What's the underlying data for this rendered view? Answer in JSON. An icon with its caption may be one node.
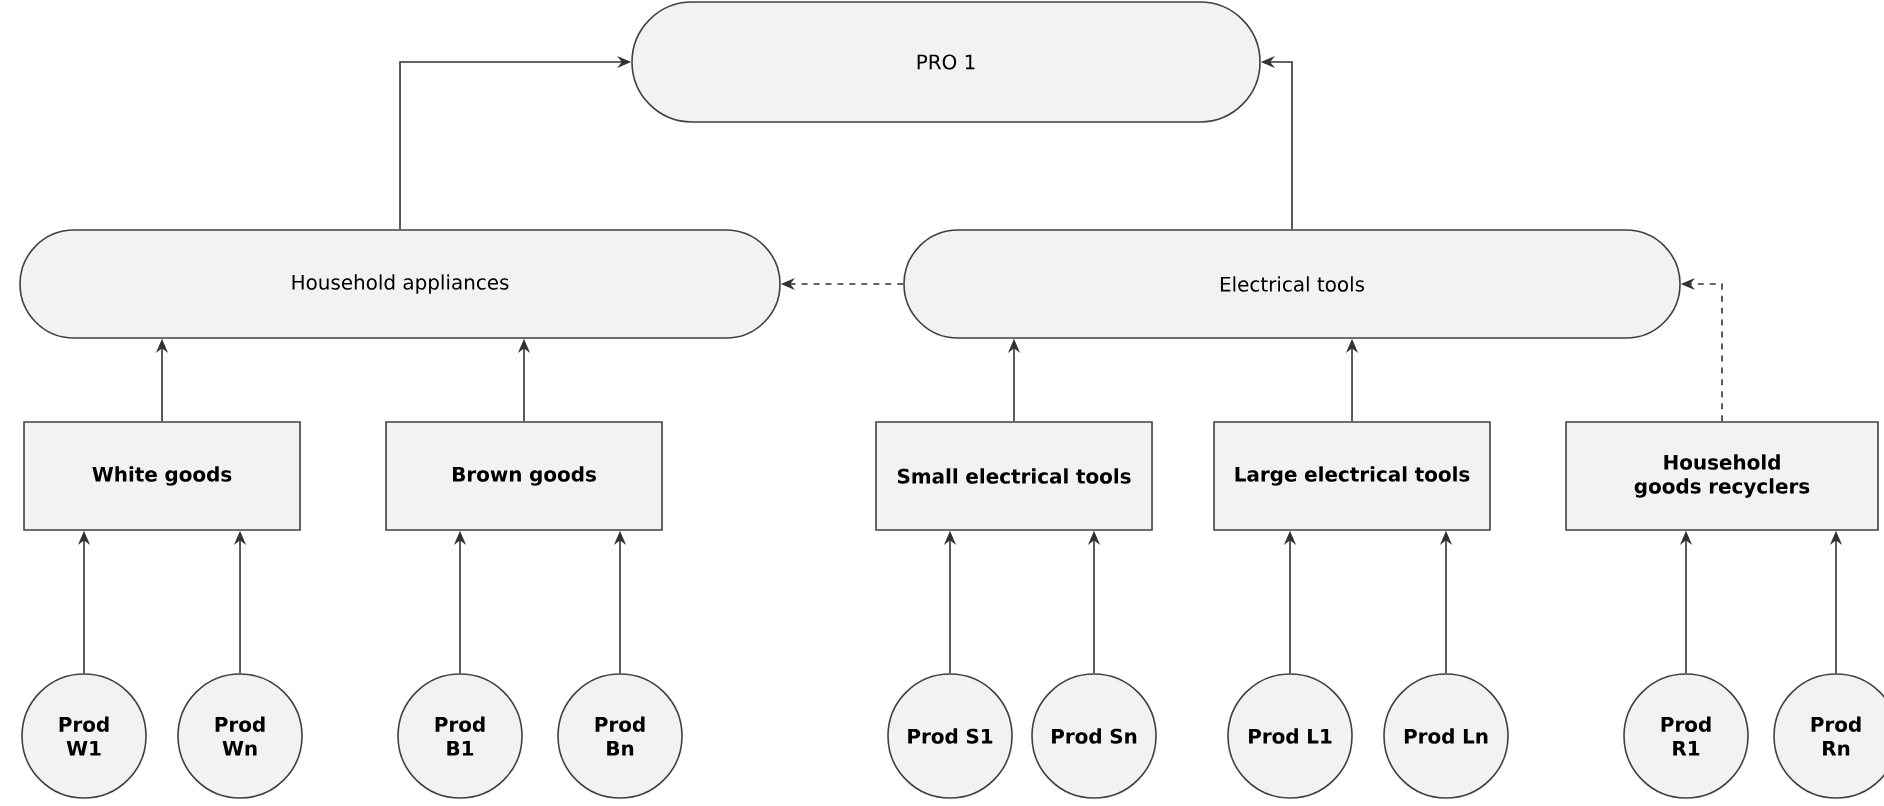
{
  "diagram": {
    "nodes": [
      {
        "text": [
          "PRO 1"
        ]
      },
      {
        "text": [
          "Household appliances"
        ]
      },
      {
        "text": [
          "Electrical tools"
        ]
      },
      {
        "text": [
          "White goods"
        ]
      },
      {
        "text": [
          "Brown goods"
        ]
      },
      {
        "text": [
          "Small electrical tools"
        ]
      },
      {
        "text": [
          "Large electrical tools"
        ]
      },
      {
        "text": [
          "Household goods recyclers"
        ]
      },
      {
        "text": [
          "Prod W1"
        ]
      },
      {
        "text": [
          "Prod Wn"
        ]
      },
      {
        "text": [
          "Prod B1"
        ]
      },
      {
        "text": [
          "Prod Bn"
        ]
      },
      {
        "text": [
          "Prod S1"
        ]
      },
      {
        "text": [
          "Prod Sn"
        ]
      },
      {
        "text": [
          "Prod L1"
        ]
      },
      {
        "text": [
          "Prod Ln"
        ]
      },
      {
        "text": [
          "Prod R1"
        ]
      },
      {
        "text": [
          "Prod Rn"
        ]
      }
    ],
    "edges": [
      {
        "from": 1,
        "to": 0,
        "arrow": "to"
      },
      {
        "from": 2,
        "to": 0,
        "arrow": "to"
      },
      {
        "from": 2,
        "to": 1,
        "arrow": "to",
        "style": "dashed"
      },
      {
        "from": 3,
        "to": 1,
        "arrow": "to"
      },
      {
        "from": 4,
        "to": 1,
        "arrow": "to"
      },
      {
        "from": 5,
        "to": 2,
        "arrow": "to"
      },
      {
        "from": 6,
        "to": 2,
        "arrow": "to"
      },
      {
        "from": 7,
        "to": 2,
        "arrow": "to",
        "style": "dashed"
      },
      {
        "from": 8,
        "to": 3,
        "arrow": "to"
      },
      {
        "from": 9,
        "to": 3,
        "arrow": "to"
      },
      {
        "from": 10,
        "to": 4,
        "arrow": "to"
      },
      {
        "from": 11,
        "to": 4,
        "arrow": "to"
      },
      {
        "from": 12,
        "to": 5,
        "arrow": "to"
      },
      {
        "from": 13,
        "to": 5,
        "arrow": "to"
      },
      {
        "from": 14,
        "to": 6,
        "arrow": "to"
      },
      {
        "from": 15,
        "to": 6,
        "arrow": "to"
      },
      {
        "from": 16,
        "to": 7,
        "arrow": "to"
      },
      {
        "from": 17,
        "to": 7,
        "arrow": "to"
      }
    ]
  }
}
